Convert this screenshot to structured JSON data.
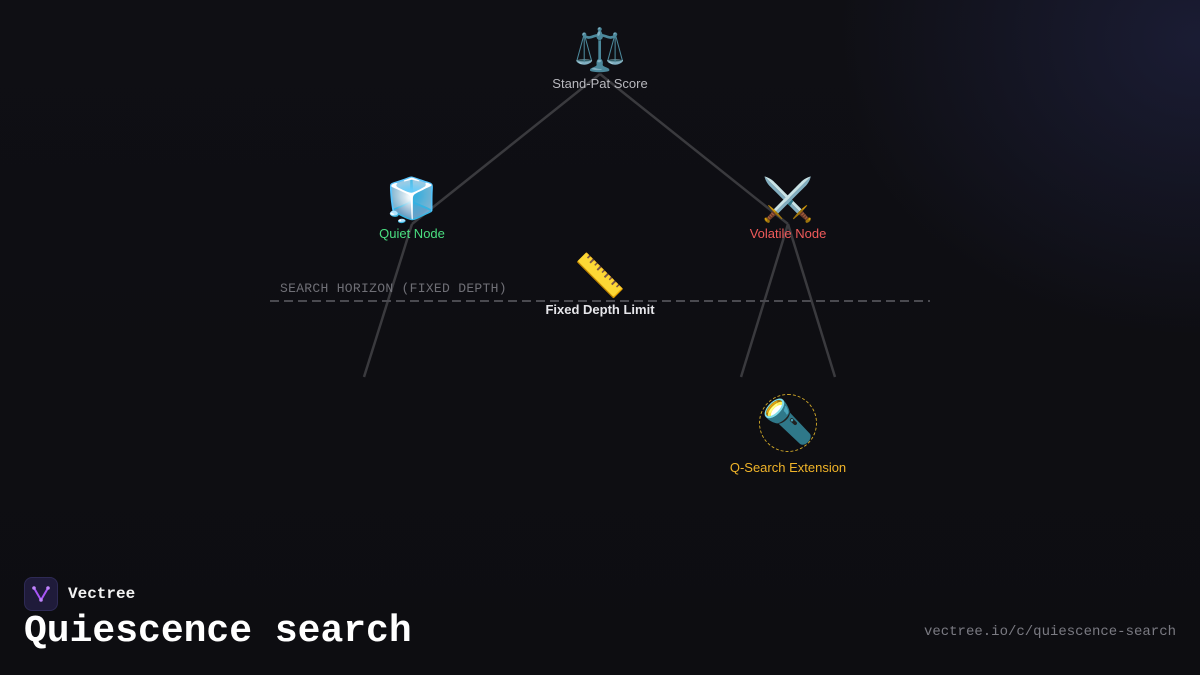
{
  "diagram": {
    "horizon_label": "SEARCH HORIZON (FIXED DEPTH)",
    "nodes": {
      "root": {
        "emoji": "⚖️",
        "label": "Stand-Pat Score",
        "icon": "balance-scale-icon",
        "color": "#b8b8be"
      },
      "quiet": {
        "emoji": "🧊",
        "label": "Quiet Node",
        "icon": "ice-cube-icon",
        "color": "#4ade80"
      },
      "volatile": {
        "emoji": "⚔️",
        "label": "Volatile Node",
        "icon": "crossed-swords-icon",
        "color": "#f05a5a"
      },
      "depth": {
        "emoji": "📏",
        "label": "Fixed Depth Limit",
        "icon": "ruler-icon",
        "color": "#e6e6ea"
      },
      "qsearch": {
        "emoji": "🔦",
        "label": "Q-Search Extension",
        "icon": "flashlight-icon",
        "color": "#f0b429"
      }
    }
  },
  "footer": {
    "brand": "Vectree",
    "title": "Quiescence search",
    "url": "vectree.io/c/quiescence-search"
  }
}
